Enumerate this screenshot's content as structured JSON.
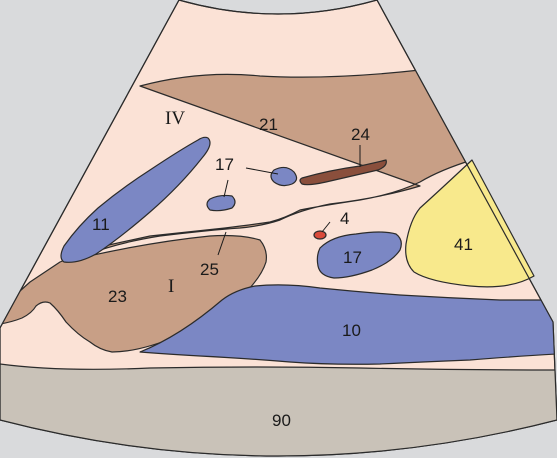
{
  "colors": {
    "frame": "#d9dadc",
    "tissue": "#fbe2d6",
    "liver": "#c89f86",
    "vessel": "#7b87c4",
    "duct": "#8a4f3c",
    "artery": "#d94a3a",
    "mass": "#f8e98c",
    "base": "#c9c2b8"
  },
  "labels": {
    "segment_iv": "IV",
    "segment_i": "I",
    "n21": "21",
    "n24": "24",
    "n17_top": "17",
    "n11": "11",
    "n4": "4",
    "n17_right": "17",
    "n41": "41",
    "n25": "25",
    "n23": "23",
    "n10": "10",
    "n90": "90"
  }
}
